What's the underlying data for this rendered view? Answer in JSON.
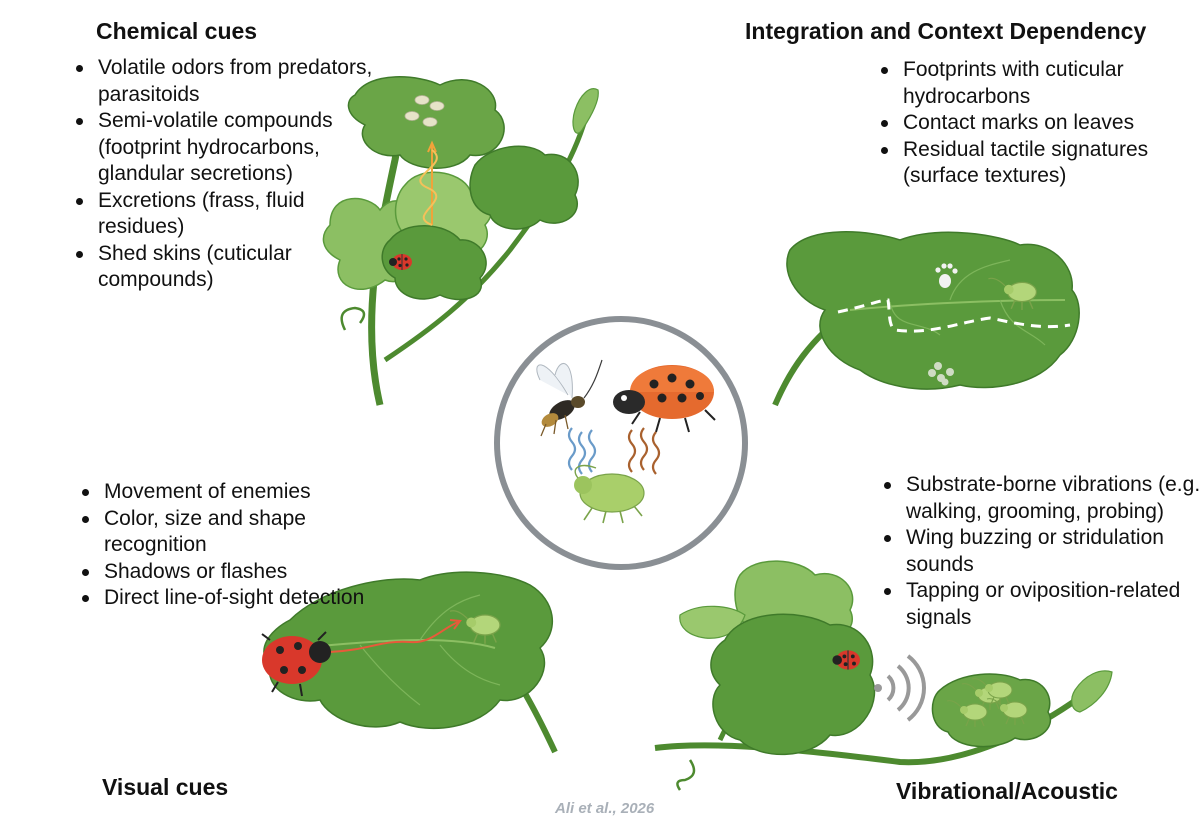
{
  "quadrants": {
    "chemical": {
      "title": "Chemical cues",
      "items": [
        "Volatile odors from predators, parasitoids",
        "Semi-volatile compounds (footprint hydrocarbons, glandular secretions)",
        "Excretions (frass, fluid residues)",
        "Shed skins (cuticular compounds)"
      ]
    },
    "integration": {
      "title": "Integration and Context Dependency",
      "items": [
        "Footprints with cuticular hydrocarbons",
        "Contact marks on leaves",
        "Residual tactile signatures (surface textures)"
      ]
    },
    "visual": {
      "title": "Visual cues",
      "items": [
        "Movement of enemies",
        "Color, size and shape recognition",
        "Shadows or flashes",
        "Direct line-of-sight detection"
      ]
    },
    "vibrational": {
      "title": "Vibrational/Acoustic",
      "items": [
        "Substrate-borne vibrations (e.g., walking, grooming, probing)",
        "Wing buzzing or stridulation sounds",
        "Tapping or oviposition-related signals"
      ]
    }
  },
  "citation": "Ali et al., 2026",
  "colors": {
    "leaf": "#5a9a3c",
    "leaf_dark": "#3f7a2a",
    "leaf_light": "#8cbf63",
    "ladybug": "#d9382b",
    "ladybug_orange": "#e56a2e",
    "aphid": "#a9cf6a",
    "divider": "#8e8e8e",
    "circle_border": "#8a8f94",
    "citation": "#a9b0b8"
  },
  "icons": [
    "ladybug-icon",
    "aphid-icon",
    "parasitoid-wasp-icon",
    "leaf-icon",
    "paw-print-icon",
    "vibration-waves-icon"
  ]
}
